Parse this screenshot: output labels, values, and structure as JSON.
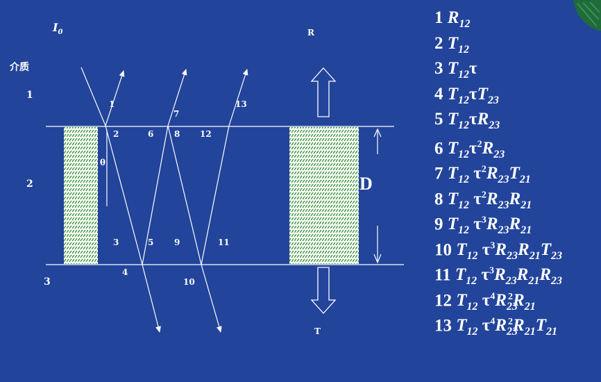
{
  "labels": {
    "incident": "I0",
    "medium": "介质",
    "layer1": "1",
    "layer2": "2",
    "layer3": "3",
    "reflected": "R",
    "transmitted": "T",
    "thickness": "D",
    "angle": "θ"
  },
  "ray_numbers": [
    "1",
    "2",
    "3",
    "4",
    "5",
    "6",
    "7",
    "8",
    "9",
    "10",
    "11",
    "12",
    "13"
  ],
  "terms": [
    {
      "n": "1",
      "formula": "R12"
    },
    {
      "n": "2",
      "formula": "T12"
    },
    {
      "n": "3",
      "formula": "T12τ"
    },
    {
      "n": "4",
      "formula": "T12τT23"
    },
    {
      "n": "5",
      "formula": "T12τR23"
    },
    {
      "n": "6",
      "formula": "T12τ2R23"
    },
    {
      "n": "7",
      "formula": "T12 τ2R23T21"
    },
    {
      "n": "8",
      "formula": "T12 τ2R23R21"
    },
    {
      "n": "9",
      "formula": "T12 τ3R23R21"
    },
    {
      "n": "10",
      "formula": "T12 τ3R23R21T23"
    },
    {
      "n": "11",
      "formula": "T12 τ3R23R21R23"
    },
    {
      "n": "12",
      "formula": "T12 τ4R232R21"
    },
    {
      "n": "13",
      "formula": "T12 τ4R232R21T21"
    }
  ],
  "colors": {
    "background": "#22449a",
    "lines": "#ffffff",
    "hatch_fill": "#ffffff",
    "hatch_stroke": "#2e8b2e",
    "corner_leaf": "#1f6b3a"
  },
  "icons": [
    "up-arrow-icon",
    "down-arrow-icon",
    "corner-leaf-icon"
  ]
}
